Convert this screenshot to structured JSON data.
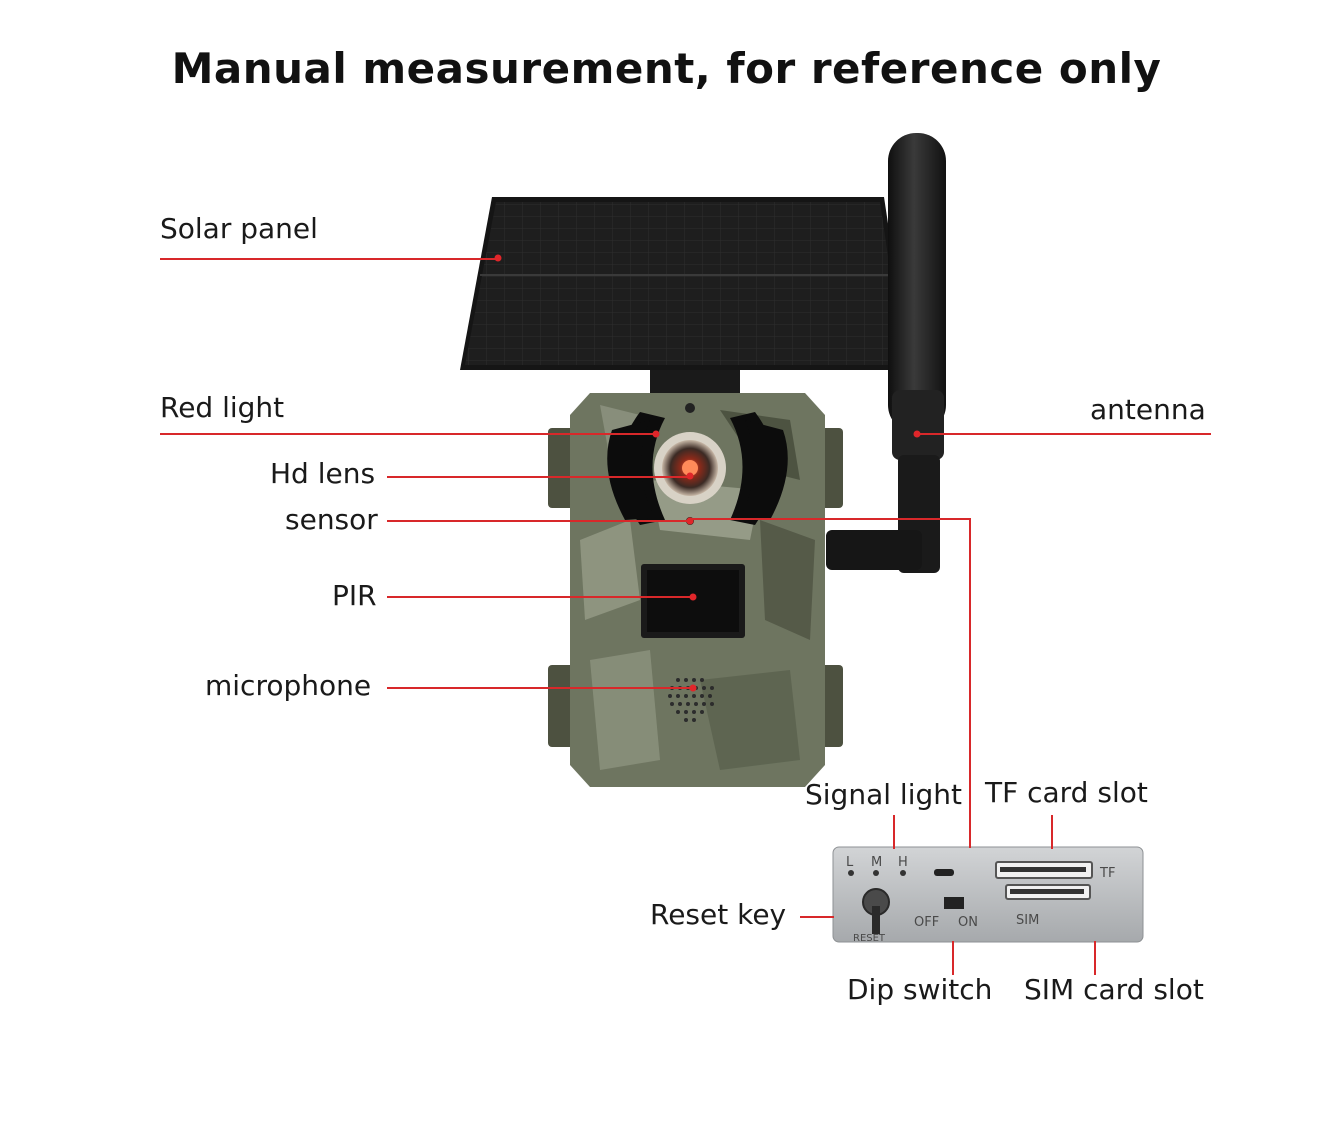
{
  "title": "Manual measurement, for reference only",
  "labels": {
    "solar_panel": "Solar panel",
    "red_light": "Red light",
    "hd_lens": "Hd lens",
    "sensor": "sensor",
    "pir": "PIR",
    "microphone": "microphone",
    "antenna": "antenna",
    "signal_light": "Signal light",
    "tf_card_slot": "TF card slot",
    "reset_key": "Reset key",
    "dip_switch": "Dip switch",
    "sim_card_slot": "SIM card slot"
  },
  "panel_markings": {
    "led_l": "L",
    "led_m": "M",
    "led_h": "H",
    "tf": "TF",
    "sim": "SIM",
    "off": "OFF",
    "on": "ON",
    "reset": "RESET"
  },
  "colors": {
    "leader_line": "#d8282a",
    "camo_base": "#6e7560",
    "solar_panel": "#1c1c1c",
    "side_panel": "#b9bbbd"
  }
}
